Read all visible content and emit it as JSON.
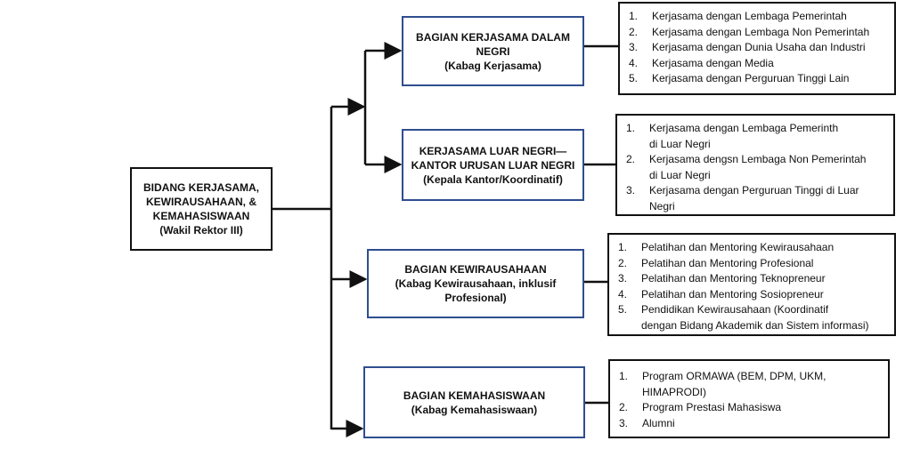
{
  "root": {
    "lines": [
      "BIDANG KERJASAMA,",
      "KEWIRAUSAHAAN, &",
      "KEMAHASISWAAN",
      "(Wakil Rektor III)"
    ]
  },
  "units": [
    {
      "lines": [
        "BAGIAN KERJASAMA DALAM",
        "NEGRI",
        "(Kabag Kerjasama)"
      ],
      "items": [
        {
          "n": "1.",
          "t": "Kerjasama dengan  Lembaga Pemerintah"
        },
        {
          "n": "2.",
          "t": "Kerjasama dengan Lembaga Non Pemerintah"
        },
        {
          "n": "3.",
          "t": "Kerjasama dengan Dunia Usaha dan Industri"
        },
        {
          "n": "4.",
          "t": "Kerjasama dengan Media"
        },
        {
          "n": "5.",
          "t": "Kerjasama dengan Perguruan Tinggi Lain"
        }
      ]
    },
    {
      "lines": [
        "KERJASAMA LUAR NEGRI—",
        "KANTOR URUSAN LUAR NEGRI",
        "(Kepala Kantor/Koordinatif)"
      ],
      "items": [
        {
          "n": "1.",
          "t": "Kerjasama dengan Lembaga Pemerinth",
          "c": "di Luar Negri"
        },
        {
          "n": "2.",
          "t": "Kerjasama  dengsn Lembaga Non Pemerintah",
          "c": "di Luar Negri"
        },
        {
          "n": "3.",
          "t": "Kerjasama dengan Perguruan Tinggi di Luar",
          "c": "Negri"
        }
      ]
    },
    {
      "lines": [
        "BAGIAN KEWIRAUSAHAAN",
        "(Kabag Kewirausahaan, inklusif",
        "Profesional)"
      ],
      "items": [
        {
          "n": "1.",
          "t": "Pelatihan dan Mentoring Kewirausahaan"
        },
        {
          "n": "2.",
          "t": "Pelatihan dan Mentoring Profesional"
        },
        {
          "n": "3.",
          "t": "Pelatihan dan Mentoring Teknopreneur"
        },
        {
          "n": "4.",
          "t": "Pelatihan dan Mentoring Sosiopreneur"
        },
        {
          "n": "5.",
          "t": "Pendidikan Kewirausahaan (Koordinatif",
          "c": "dengan Bidang Akademik dan Sistem informasi)"
        }
      ]
    },
    {
      "lines": [
        "BAGIAN KEMAHASISWAAN",
        "(Kabag Kemahasiswaan)"
      ],
      "items": [
        {
          "n": "1.",
          "t": "Program ORMAWA (BEM, DPM, UKM,",
          "c": "HIMAPRODI)"
        },
        {
          "n": "2.",
          "t": "Program Prestasi Mahasiswa"
        },
        {
          "n": "3.",
          "t": "Alumni"
        }
      ]
    }
  ],
  "colors": {
    "unit_border": "#2f4e8f",
    "line": "#111111"
  }
}
